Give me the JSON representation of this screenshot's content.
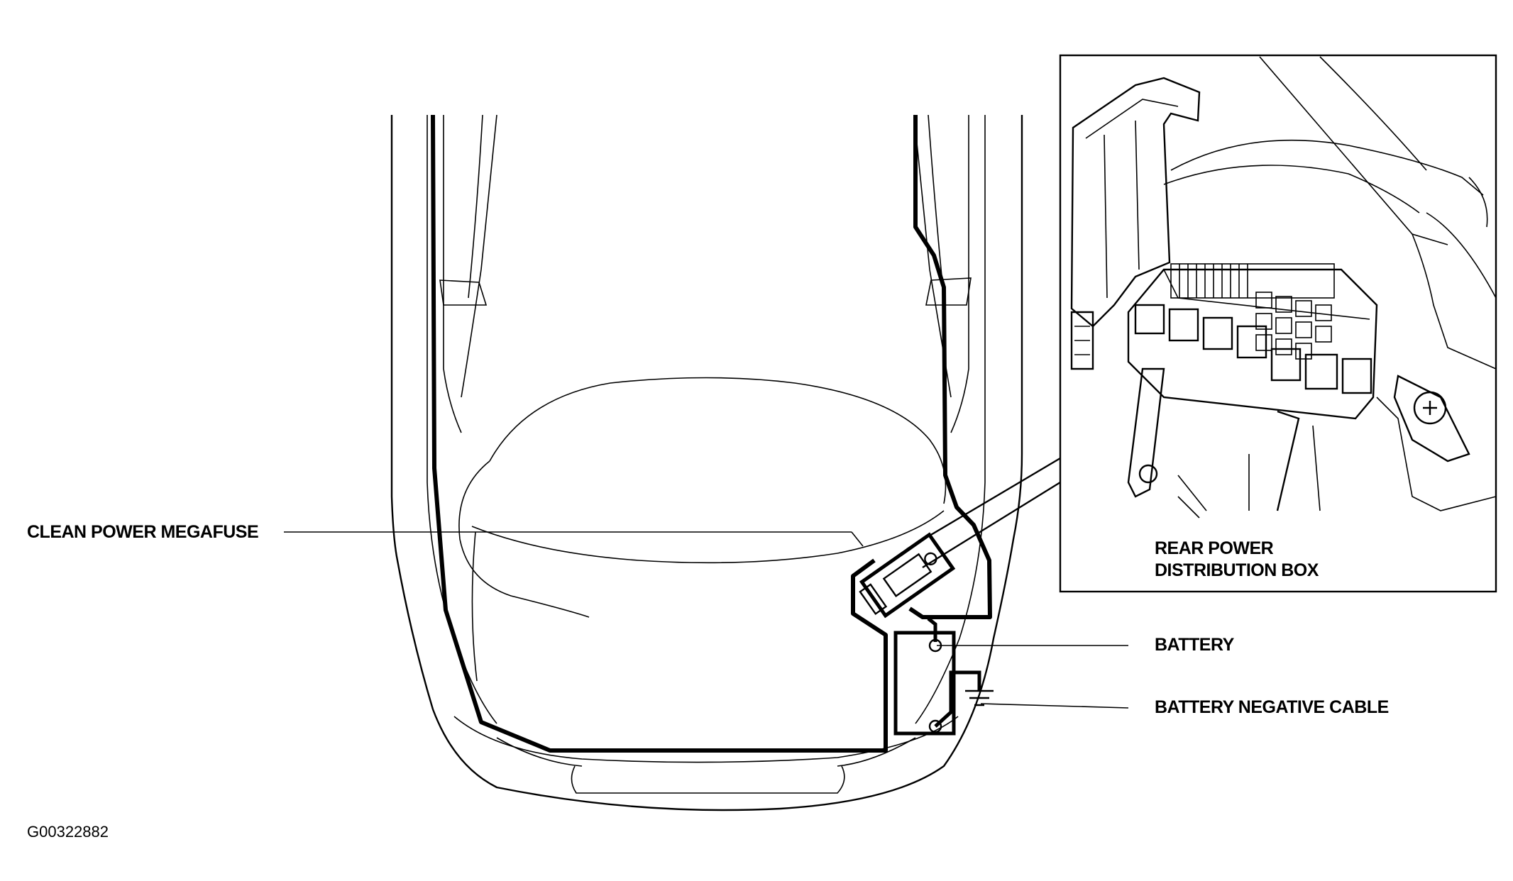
{
  "labels": {
    "clean_power_megafuse": "CLEAN POWER MEGAFUSE",
    "rear_power_distribution_box_line1": "REAR POWER",
    "rear_power_distribution_box_line2": "DISTRIBUTION BOX",
    "battery": "BATTERY",
    "battery_negative_cable": "BATTERY NEGATIVE CABLE"
  },
  "figure_id": "G00322882",
  "colors": {
    "ink": "#000000",
    "paper": "#ffffff"
  }
}
